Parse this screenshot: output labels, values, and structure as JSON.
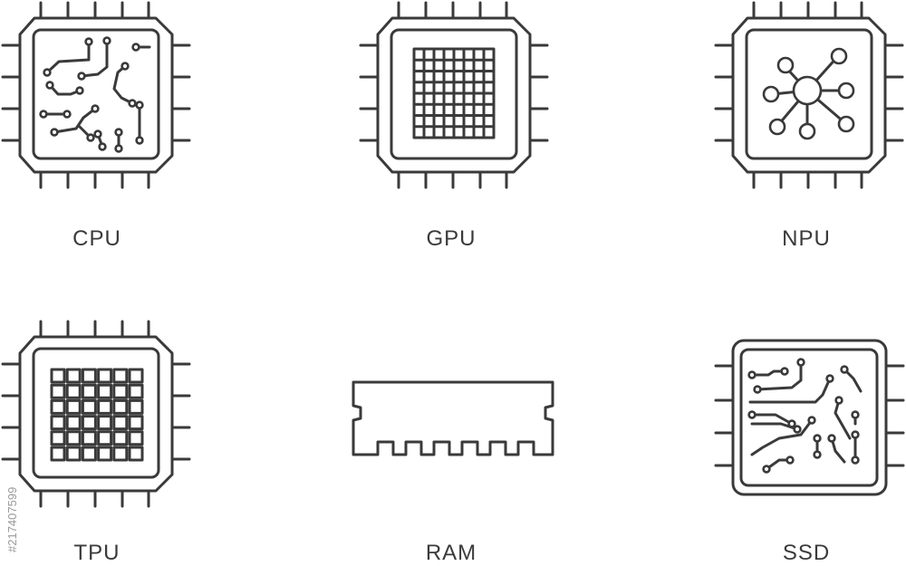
{
  "icons": [
    {
      "name": "cpu",
      "label": "CPU"
    },
    {
      "name": "gpu",
      "label": "GPU"
    },
    {
      "name": "npu",
      "label": "NPU"
    },
    {
      "name": "tpu",
      "label": "TPU"
    },
    {
      "name": "ram",
      "label": "RAM"
    },
    {
      "name": "ssd",
      "label": "SSD"
    }
  ],
  "watermark_id": "#217407599",
  "colors": {
    "stroke": "#3a3a3a",
    "background": "#ffffff"
  }
}
